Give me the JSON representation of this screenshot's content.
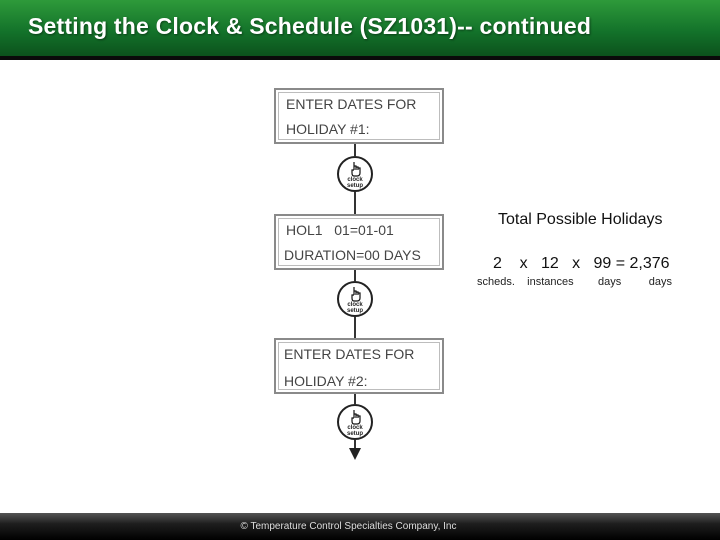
{
  "header": {
    "title": "Setting the Clock & Schedule (SZ1031)-- continued",
    "bg_color": "#13722a"
  },
  "flow": {
    "displays": [
      {
        "line1": "ENTER DATES FOR",
        "line2": "HOLIDAY #1:"
      },
      {
        "line1": "HOL1   01=01-01",
        "line2": "DURATION=00 DAYS"
      },
      {
        "line1": "ENTER DATES FOR",
        "line2": "HOLIDAY #2:"
      }
    ],
    "button": {
      "icon": "hand-pointer-icon",
      "line1": "clock",
      "line2": "setup"
    }
  },
  "calculation": {
    "title": "Total Possible Holidays",
    "expression": "2    x   12   x   99 = 2,376",
    "units": "scheds.    instances        days         days"
  },
  "footer": {
    "copyright": "© Temperature Control Specialties Company, Inc"
  }
}
